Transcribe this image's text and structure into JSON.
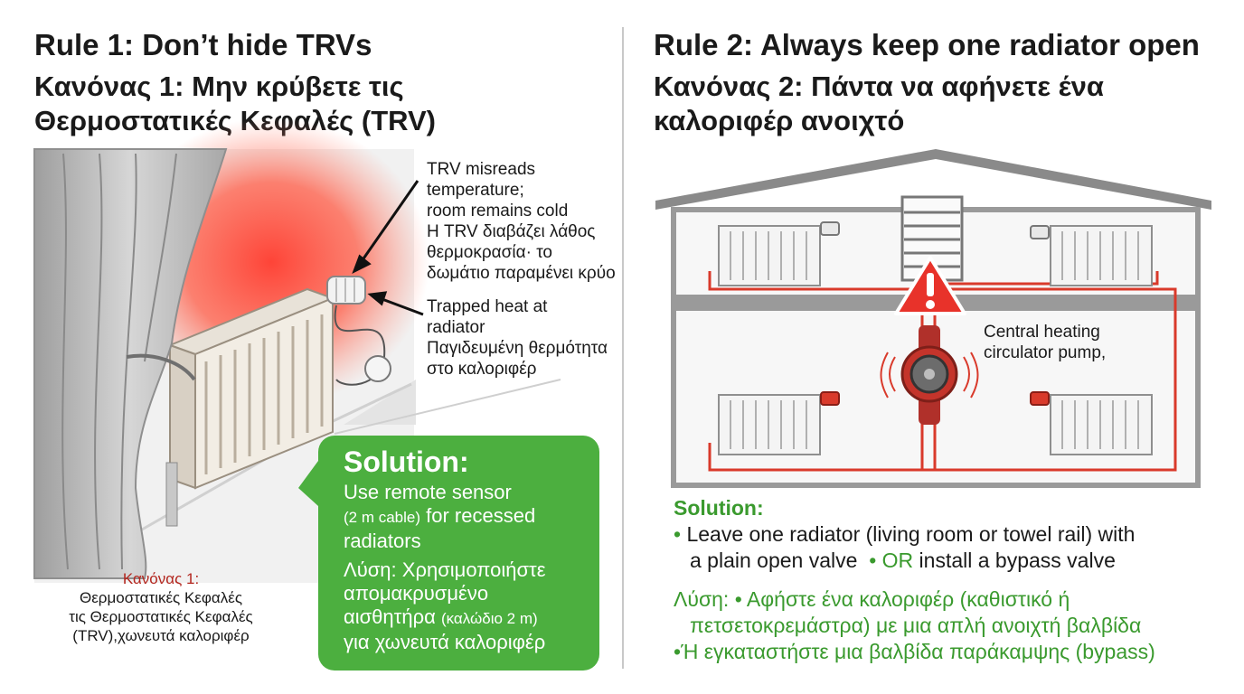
{
  "rule1": {
    "title_en": "Rule 1: Don’t hide TRVs",
    "title_gr_line1": "Κανόνας 1: Μην κρύβετε τις",
    "title_gr_line2": "Θερμοστατικές Κεφαλές (TRV)",
    "callout_misreads": {
      "en_line1": "TRV misreads",
      "en_line2": "temperature;",
      "en_line3": "room remains cold",
      "gr_line1": "Η TRV διαβάζει λάθος",
      "gr_line2": "θερμοκρασία· το",
      "gr_line3": "δωμάτιο παραμένει κρύο"
    },
    "callout_trapped": {
      "en_line1": "Trapped heat at",
      "en_line2": "radiator",
      "gr_line1": "Παγιδευμένη θερμότητα",
      "gr_line2": "στο καλοριφέρ"
    },
    "solution": {
      "heading": "Solution:",
      "en_line1": "Use remote sensor",
      "en_line2_small": "(2 m cable)",
      "en_line2_rest": " for recessed",
      "en_line3": "radiators",
      "gr_line1": "Λύση: Χρησιμοποιήστε",
      "gr_line2": "απομακρυσμένο",
      "gr_line3_main": "αισθητήρα ",
      "gr_line3_small": "(καλώδιο 2 m)",
      "gr_line4": "για χωνευτά καλοριφέρ"
    },
    "caption": {
      "line1": "Κανόνας 1:",
      "line2": "Θερμοστατικές Κεφαλές",
      "line3": "τις Θερμοστατικές Κεφαλές",
      "line4": "(TRV),χωνευτά καλοριφέρ"
    }
  },
  "rule2": {
    "title_en": "Rule 2: Always keep one radiator open",
    "title_gr_line1": "Κανόνας 2: Πάντα να αφήνετε ένα",
    "title_gr_line2": "καλοριφέρ ανοιχτό",
    "pump_label_line1": "Central heating",
    "pump_label_line2": "circulator pump,",
    "solution": {
      "heading": "Solution:",
      "bullet1_line1": "Leave one radiator (living room or towel rail) with",
      "bullet1_line2": "a plain open valve",
      "bullet1_or": "OR",
      "bullet1_line2_rest": "install a bypass valve",
      "gr_label": "Λύση:",
      "gr_bullet1_line1": "Αφήστε ένα καλοριφέρ (καθιστικό ή",
      "gr_bullet1_line2": "πετσετοκρεμάστρα) με μια απλή ανοιχτή βαλβίδα",
      "gr_bullet2": "Ή εγκαταστήστε μια βαλβίδα παράκαμψης (bypass)",
      "bullet_char": "•"
    }
  },
  "colors": {
    "solution_green": "#4caf3f",
    "text_green": "#3a9a2e",
    "pipe_red": "#d93a2b",
    "heat_glow": "#ff4a3a",
    "warning_red": "#e8322a",
    "caption_red": "#b3261e"
  },
  "icons": [
    "warning-triangle-icon",
    "circulator-pump-icon",
    "radiator-icon",
    "towel-rail-icon",
    "trv-head-icon",
    "remote-sensor-icon",
    "arrow-icon"
  ]
}
